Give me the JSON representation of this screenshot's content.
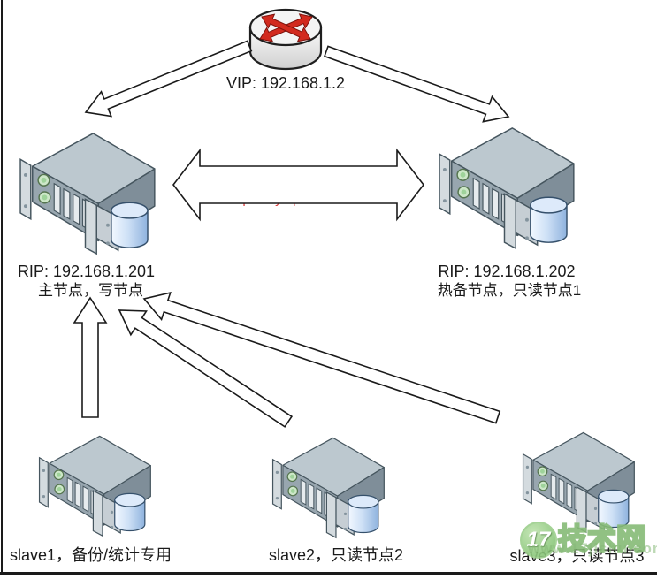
{
  "vip": {
    "label": "VIP: 192.168.1.2"
  },
  "replication": {
    "label": "单向/双向复制",
    "url": "http://imysql.com"
  },
  "nodes": {
    "master": {
      "rip": "RIP: 192.168.1.201",
      "role": "主节点，写节点"
    },
    "standby": {
      "rip": "RIP: 192.168.1.202",
      "role": "热备节点，只读节点1"
    },
    "slave1": {
      "label": "slave1，备份/统计专用"
    },
    "slave2": {
      "label": "slave2，只读节点2"
    },
    "slave3": {
      "label": "slave3，只读节点3"
    }
  },
  "watermark": {
    "badge": "17",
    "site": "技术网",
    "url": "www.17jishu.com"
  },
  "colors": {
    "arrow_fill": "#ffffff",
    "arrow_stroke": "#1a1a1a",
    "router_arrow_red": "#d22a1e",
    "replication_url_red": "#d93b3b",
    "watermark_green": "#86bb76"
  },
  "icons": [
    "router-icon",
    "server-icon",
    "database-cylinder-icon"
  ]
}
